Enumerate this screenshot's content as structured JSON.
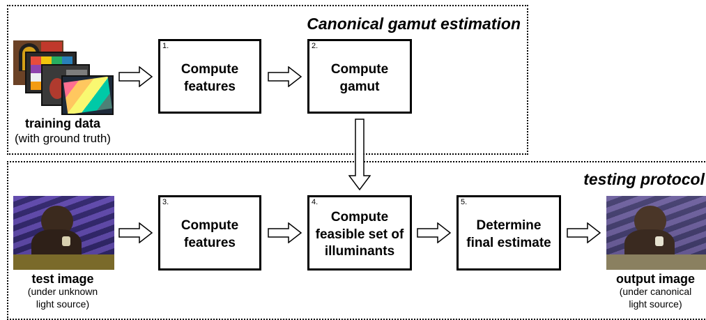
{
  "frames": {
    "top_title": "Canonical gamut estimation",
    "bottom_title": "testing protocol"
  },
  "steps": [
    {
      "number": "1.",
      "label": "Compute\nfeatures"
    },
    {
      "number": "2.",
      "label": "Compute\ngamut"
    },
    {
      "number": "3.",
      "label": "Compute\nfeatures"
    },
    {
      "number": "4.",
      "label": "Compute\nfeasible set of\nilluminants"
    },
    {
      "number": "5.",
      "label": "Determine\nfinal estimate"
    }
  ],
  "captions": {
    "training_title": "training data",
    "training_sub": "(with ground truth)",
    "test_title": "test image",
    "test_sub": "(under unknown\nlight source)",
    "output_title": "output image",
    "output_sub": "(under canonical\nlight source)"
  }
}
